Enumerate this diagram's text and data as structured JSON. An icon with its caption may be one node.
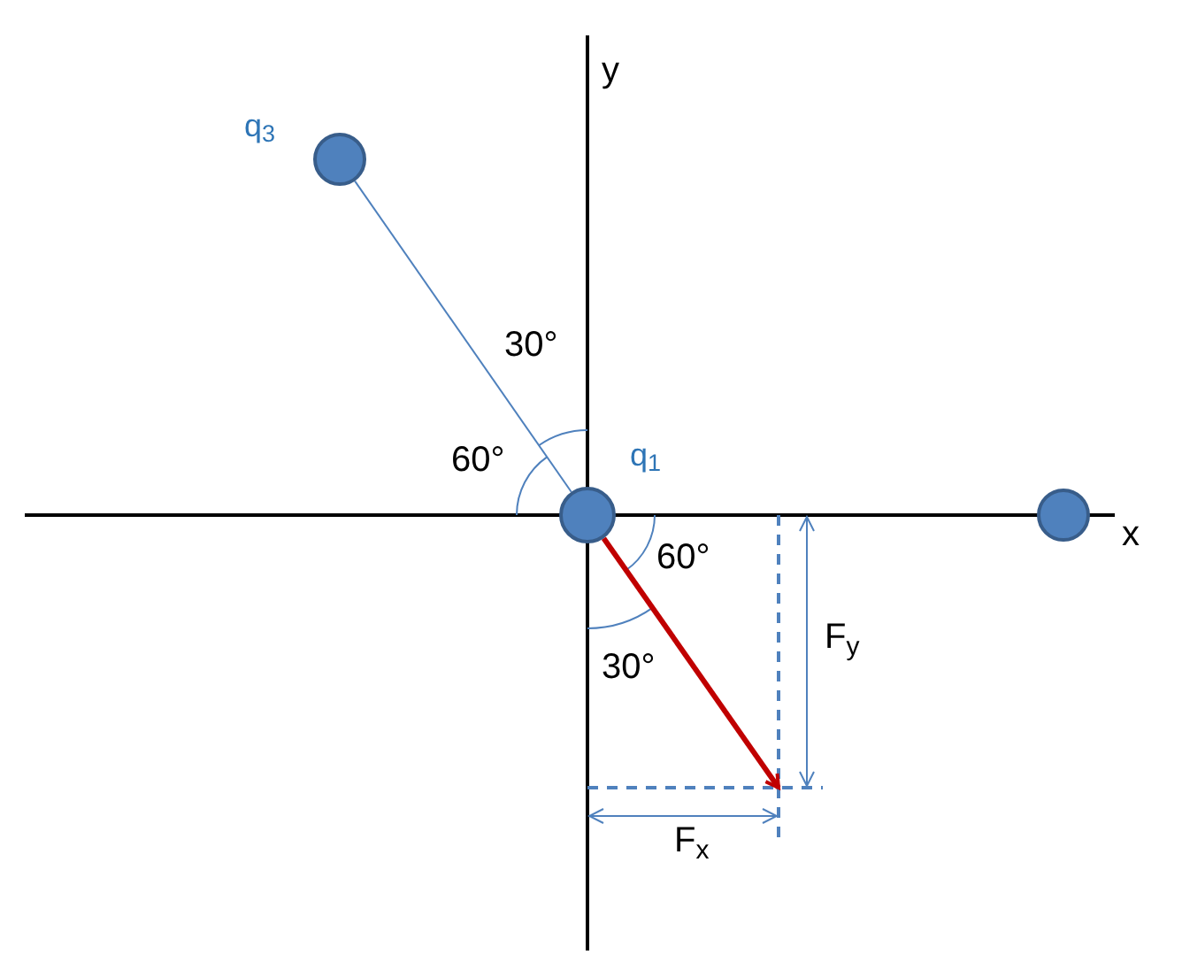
{
  "diagram": {
    "nodes": [
      {
        "text": [],
        "shape": "circle",
        "beside": [
          "q$_{3}$"
        ]
      },
      {
        "text": [],
        "shape": "circle",
        "beside": [
          "q$_{1}$"
        ]
      },
      {
        "text": [],
        "shape": "circle"
      }
    ],
    "edges": [
      {
        "from": 0,
        "to": 1,
        "arrow": "none",
        "color": "#4f81bd"
      },
      {
        "from": 1,
        "to": null,
        "arrow": "to",
        "style": "thick",
        "color": "#c00000"
      }
    ],
    "labels": [
      "y",
      "x",
      "30°",
      "60°",
      "60°",
      "30°",
      "F$_{y}$",
      "F$_{x}$"
    ]
  }
}
